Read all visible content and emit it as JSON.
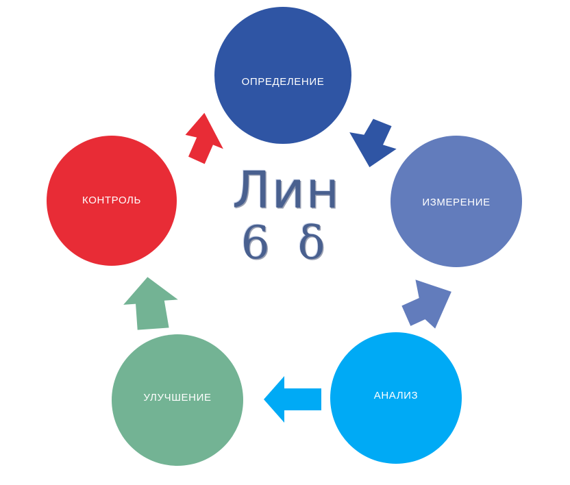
{
  "diagram": {
    "title_visible": false,
    "center": {
      "line1": "Лин",
      "line2": "6 δ",
      "text_color": "#49608F"
    },
    "nodes": [
      {
        "id": "define",
        "label": "ОПРЕДЕЛЕНИЕ",
        "color": "#2F55A4",
        "label_color": "#FFFFFF",
        "position": "top"
      },
      {
        "id": "measure",
        "label": "ИЗМЕРЕНИЕ",
        "color": "#627CBC",
        "label_color": "#FFFFFF",
        "position": "right"
      },
      {
        "id": "analyze",
        "label": "АНАЛИЗ",
        "color": "#00AAF5",
        "label_color": "#FFFFFF",
        "position": "bottom-right"
      },
      {
        "id": "improve",
        "label": "УЛУЧШЕНИЕ",
        "color": "#73B394",
        "label_color": "#FFFFFF",
        "position": "bottom-left"
      },
      {
        "id": "control",
        "label": "КОНТРОЛЬ",
        "color": "#E82C36",
        "label_color": "#FFFFFF",
        "position": "left"
      }
    ],
    "arrows": [
      {
        "id": "control-to-define",
        "icon": "arrow-up-right-icon",
        "color": "#E82C36",
        "from": "control",
        "to": "define"
      },
      {
        "id": "define-to-measure",
        "icon": "arrow-down-right-icon",
        "color": "#2F55A4",
        "from": "define",
        "to": "measure"
      },
      {
        "id": "measure-to-analyze",
        "icon": "arrow-down-left-icon",
        "color": "#627CBC",
        "from": "measure",
        "to": "analyze"
      },
      {
        "id": "analyze-to-improve",
        "icon": "arrow-left-icon",
        "color": "#00AAF5",
        "from": "analyze",
        "to": "improve"
      },
      {
        "id": "improve-to-control",
        "icon": "arrow-up-icon",
        "color": "#73B394",
        "from": "improve",
        "to": "control"
      }
    ],
    "background_color": "#FFFFFF"
  }
}
